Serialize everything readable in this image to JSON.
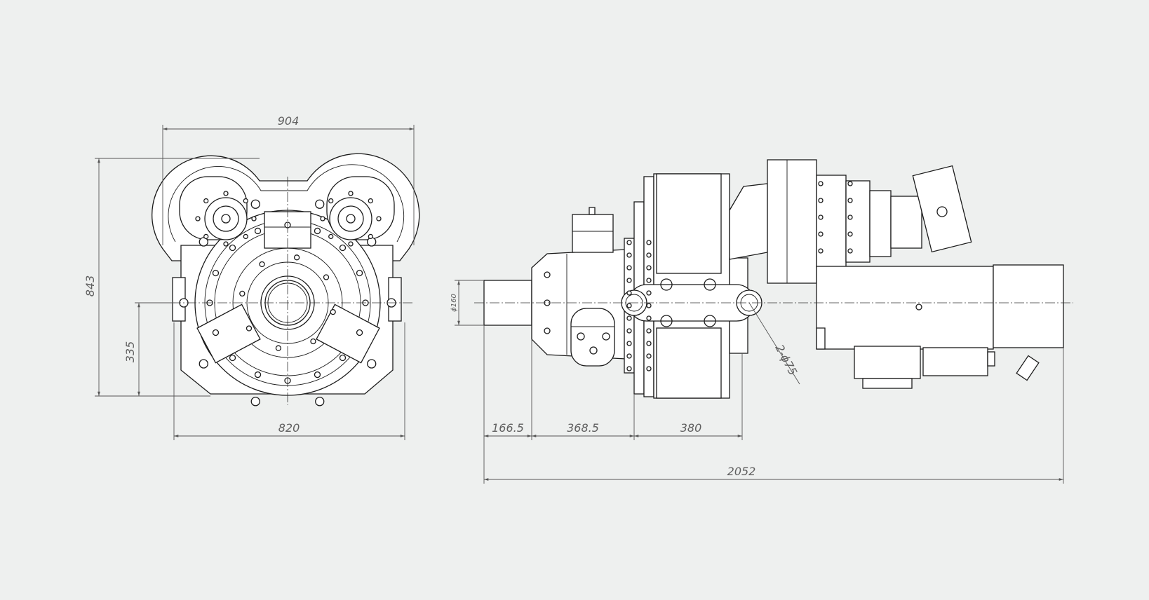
{
  "dimensions": {
    "front_width": "904",
    "front_height": "843",
    "front_center_height": "335",
    "front_base_width": "820",
    "side_dia": "ϕ160",
    "side_seg1": "166.5",
    "side_seg2": "368.5",
    "side_seg3": "380",
    "side_total": "2052",
    "side_holes": "2-ϕ75"
  },
  "colors": {
    "background": "#eef0ef",
    "line": "#1b1b1b",
    "dimension": "#606060"
  }
}
